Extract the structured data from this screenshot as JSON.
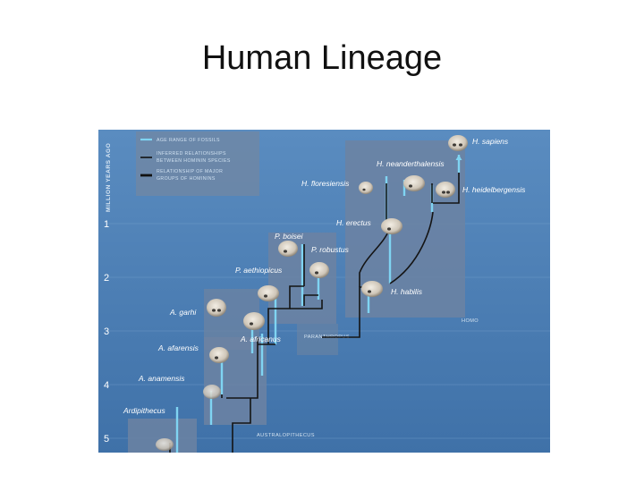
{
  "title": "Human Lineage",
  "figure": {
    "axis_title": "MILLION YEARS AGO",
    "ticks": [
      "1",
      "2",
      "3",
      "4",
      "5"
    ],
    "legend": {
      "line1": "AGE RANGE OF FOSSILS",
      "line2a": "INFERRED RELATIONSHIPS",
      "line2b": "BETWEEN HOMININ SPECIES",
      "line3a": "RELATIONSHIP OF MAJOR",
      "line3b": "GROUPS OF HOMININS"
    },
    "groups": {
      "homo": "HOMO",
      "paranthropus": "PARANTHROPUS",
      "australopithecus": "AUSTRALOPITHECUS"
    },
    "species": {
      "h_sapiens": "H. sapiens",
      "h_neanderthalensis": "H. neanderthalensis",
      "h_floresiensis": "H. floresiensis",
      "h_heidelbergensis": "H. heidelbergensis",
      "h_erectus": "H. erectus",
      "h_habilis": "H. habilis",
      "p_boisei": "P. boisei",
      "p_robustus": "P. robustus",
      "p_aethiopicus": "P. aethiopicus",
      "a_garhi": "A. garhi",
      "a_africanus": "A. africanus",
      "a_afarensis": "A. afarensis",
      "a_anamensis": "A. anamensis",
      "ardipithecus": "Ardipithecus"
    },
    "colors": {
      "background": "#4d7fb4",
      "panel": "#6e85a3",
      "fossil_range": "#7fd4f2",
      "relationship": "#111111"
    }
  }
}
